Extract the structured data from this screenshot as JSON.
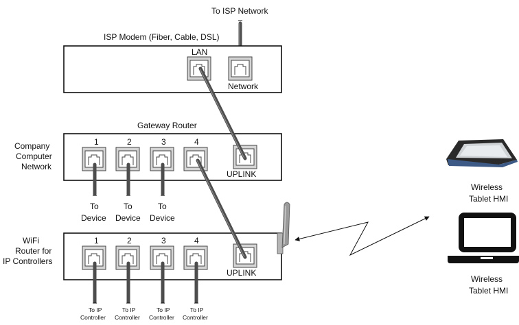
{
  "isp_network_label": "To ISP Network",
  "modem": {
    "title": "ISP Modem (Fiber, Cable, DSL)",
    "lan_label": "LAN",
    "network_label": "Network"
  },
  "gateway": {
    "title": "Gateway Router",
    "side_label": [
      "Company",
      "Computer",
      "Network"
    ],
    "ports": [
      "1",
      "2",
      "3",
      "4"
    ],
    "uplink_label": "UPLINK",
    "device_labels": [
      [
        "To",
        "Device"
      ],
      [
        "To",
        "Device"
      ],
      [
        "To",
        "Device"
      ]
    ]
  },
  "wifi_router": {
    "side_label": [
      "WiFi",
      "Router for",
      "IP Controllers"
    ],
    "ports": [
      "1",
      "2",
      "3",
      "4"
    ],
    "uplink_label": "UPLINK",
    "controller_labels": [
      [
        "To IP",
        "Controller"
      ],
      [
        "To IP",
        "Controller"
      ],
      [
        "To IP",
        "Controller"
      ],
      [
        "To IP",
        "Controller"
      ]
    ]
  },
  "hmi_devices": {
    "tablet_label": [
      "Wireless",
      "Tablet HMI"
    ],
    "laptop_label": [
      "Wireless",
      "Tablet HMI"
    ]
  }
}
